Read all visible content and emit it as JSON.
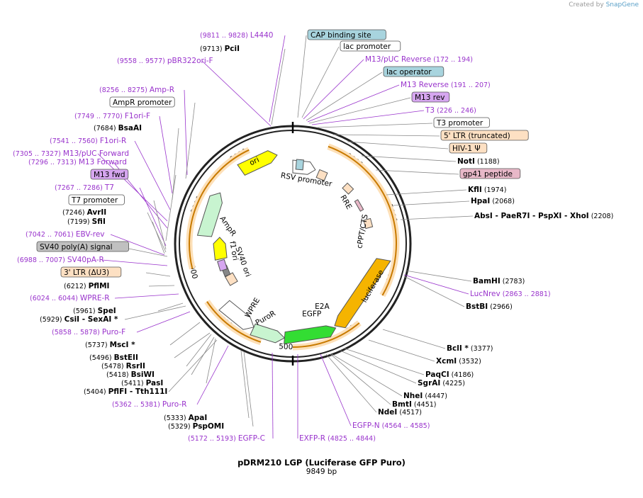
{
  "credit": {
    "prefix": "Created by",
    "brand": "SnapGene"
  },
  "title": "pDRM210 LGP (Luciferase GFP Puro)",
  "subtitle": "9849 bp",
  "map": {
    "length": 9849,
    "ticks": [
      "1000",
      "2000",
      "3000",
      "4000",
      "5000",
      "6000",
      "7000",
      "8000",
      "9000"
    ]
  },
  "colors": {
    "primer": "#9933cc",
    "purple_box": "#d6a6f0",
    "blue_box": "#a8d4de",
    "peach_box": "#fde0c3",
    "pink_box": "#e8b8c8",
    "gray_box": "#c0c0c0",
    "luciferase": "#f5b400",
    "egfp": "#33dd33",
    "arrow_green": "#c8f4d0",
    "ori": "#ffff00"
  },
  "features": [
    {
      "label": "RSV promoter",
      "name": "feature-rsv-promoter"
    },
    {
      "label": "RRE",
      "name": "feature-rre"
    },
    {
      "label": "cPPT/CTS",
      "name": "feature-cppt-cts"
    },
    {
      "label": "luciferase",
      "name": "feature-luciferase"
    },
    {
      "label": "E2A",
      "name": "feature-e2a"
    },
    {
      "label": "EGFP",
      "name": "feature-egfp"
    },
    {
      "label": "PuroR",
      "name": "feature-puror"
    },
    {
      "label": "WPRE",
      "name": "feature-wpre"
    },
    {
      "label": "SV40 ori",
      "name": "feature-sv40-ori"
    },
    {
      "label": "f1 ori",
      "name": "feature-f1-ori"
    },
    {
      "label": "AmpR",
      "name": "feature-ampr"
    },
    {
      "label": "ori",
      "name": "feature-ori"
    }
  ],
  "labels": [
    {
      "text": "L4440",
      "pos": "(9811 .. 9828)",
      "kind": "primer"
    },
    {
      "text": "PciI",
      "pos": "(9713)",
      "kind": "site"
    },
    {
      "text": "pBR322ori-F",
      "pos": "(9558 .. 9577)",
      "kind": "primer"
    },
    {
      "text": "Amp-R",
      "pos": "(8256 .. 8275)",
      "kind": "primer"
    },
    {
      "text": "AmpR promoter",
      "pos": "",
      "kind": "box-white"
    },
    {
      "text": "F1ori-F",
      "pos": "(7749 .. 7770)",
      "kind": "primer"
    },
    {
      "text": "BsaAI",
      "pos": "(7684)",
      "kind": "site"
    },
    {
      "text": "F1ori-R",
      "pos": "(7541 .. 7560)",
      "kind": "primer"
    },
    {
      "text": "M13/pUC Forward",
      "pos": "(7305 .. 7327)",
      "kind": "primer"
    },
    {
      "text": "M13 Forward",
      "pos": "(7296 .. 7313)",
      "kind": "primer"
    },
    {
      "text": "M13 fwd",
      "pos": "",
      "kind": "box-purple"
    },
    {
      "text": "T7",
      "pos": "(7267 .. 7286)",
      "kind": "primer"
    },
    {
      "text": "T7 promoter",
      "pos": "",
      "kind": "box-white"
    },
    {
      "text": "AvrII",
      "pos": "(7246)",
      "kind": "site"
    },
    {
      "text": "SfiI",
      "pos": "(7199)",
      "kind": "site"
    },
    {
      "text": "EBV-rev",
      "pos": "(7042 .. 7061)",
      "kind": "primer"
    },
    {
      "text": "SV40 poly(A) signal",
      "pos": "",
      "kind": "box-gray"
    },
    {
      "text": "SV40pA-R",
      "pos": "(6988 .. 7007)",
      "kind": "primer"
    },
    {
      "text": "3' LTR (ΔU3)",
      "pos": "",
      "kind": "box-peach"
    },
    {
      "text": "PflMI",
      "pos": "(6212)",
      "kind": "site"
    },
    {
      "text": "WPRE-R",
      "pos": "(6024 .. 6044)",
      "kind": "primer"
    },
    {
      "text": "SpeI",
      "pos": "(5961)",
      "kind": "site"
    },
    {
      "text": "CsiI  - SexAI *",
      "pos": "(5929)",
      "kind": "site"
    },
    {
      "text": "Puro-F",
      "pos": "(5858 .. 5878)",
      "kind": "primer"
    },
    {
      "text": "MscI *",
      "pos": "(5737)",
      "kind": "site"
    },
    {
      "text": "BstEII",
      "pos": "(5496)",
      "kind": "site"
    },
    {
      "text": "RsrII",
      "pos": "(5478)",
      "kind": "site"
    },
    {
      "text": "BsiWI",
      "pos": "(5418)",
      "kind": "site"
    },
    {
      "text": "PasI",
      "pos": "(5411)",
      "kind": "site"
    },
    {
      "text": "PflFI  - Tth111I",
      "pos": "(5404)",
      "kind": "site"
    },
    {
      "text": "Puro-R",
      "pos": "(5362 .. 5381)",
      "kind": "primer"
    },
    {
      "text": "ApaI",
      "pos": "(5333)",
      "kind": "site"
    },
    {
      "text": "PspOMI",
      "pos": "(5329)",
      "kind": "site"
    },
    {
      "text": "EGFP-C",
      "pos": "(5172 .. 5193)",
      "kind": "primer"
    },
    {
      "text": "EXFP-R",
      "pos": "(4825 .. 4844)",
      "kind": "primer"
    },
    {
      "text": "EGFP-N",
      "pos": "(4564 .. 4585)",
      "kind": "primer"
    },
    {
      "text": "NdeI",
      "pos": "(4517)",
      "kind": "site"
    },
    {
      "text": "BmtI",
      "pos": "(4451)",
      "kind": "site"
    },
    {
      "text": "NheI",
      "pos": "(4447)",
      "kind": "site"
    },
    {
      "text": "SgrAI",
      "pos": "(4225)",
      "kind": "site"
    },
    {
      "text": "PaqCI",
      "pos": "(4186)",
      "kind": "site"
    },
    {
      "text": "XcmI",
      "pos": "(3532)",
      "kind": "site"
    },
    {
      "text": "BclI *",
      "pos": "(3377)",
      "kind": "site"
    },
    {
      "text": "BstBI",
      "pos": "(2966)",
      "kind": "site"
    },
    {
      "text": "LucNrev",
      "pos": "(2863 .. 2881)",
      "kind": "primer"
    },
    {
      "text": "BamHI",
      "pos": "(2783)",
      "kind": "site"
    },
    {
      "text": "AbsI   - PaeR7I   - PspXI   - XhoI",
      "pos": "(2208)",
      "kind": "site"
    },
    {
      "text": "HpaI",
      "pos": "(2068)",
      "kind": "site"
    },
    {
      "text": "KflI",
      "pos": "(1974)",
      "kind": "site"
    },
    {
      "text": "gp41 peptide",
      "pos": "",
      "kind": "box-pink"
    },
    {
      "text": "NotI",
      "pos": "(1188)",
      "kind": "site"
    },
    {
      "text": "HIV-1 Ψ",
      "pos": "",
      "kind": "box-peach"
    },
    {
      "text": "5' LTR (truncated)",
      "pos": "",
      "kind": "box-peach"
    },
    {
      "text": "T3 promoter",
      "pos": "",
      "kind": "box-white"
    },
    {
      "text": "T3",
      "pos": "(226 .. 246)",
      "kind": "primer"
    },
    {
      "text": "M13 rev",
      "pos": "",
      "kind": "box-purple"
    },
    {
      "text": "M13 Reverse",
      "pos": "(191 .. 207)",
      "kind": "primer"
    },
    {
      "text": "lac operator",
      "pos": "",
      "kind": "box-blue"
    },
    {
      "text": "M13/pUC Reverse",
      "pos": "(172 .. 194)",
      "kind": "primer"
    },
    {
      "text": "lac promoter",
      "pos": "",
      "kind": "box-white"
    },
    {
      "text": "CAP binding site",
      "pos": "",
      "kind": "box-blue"
    }
  ]
}
